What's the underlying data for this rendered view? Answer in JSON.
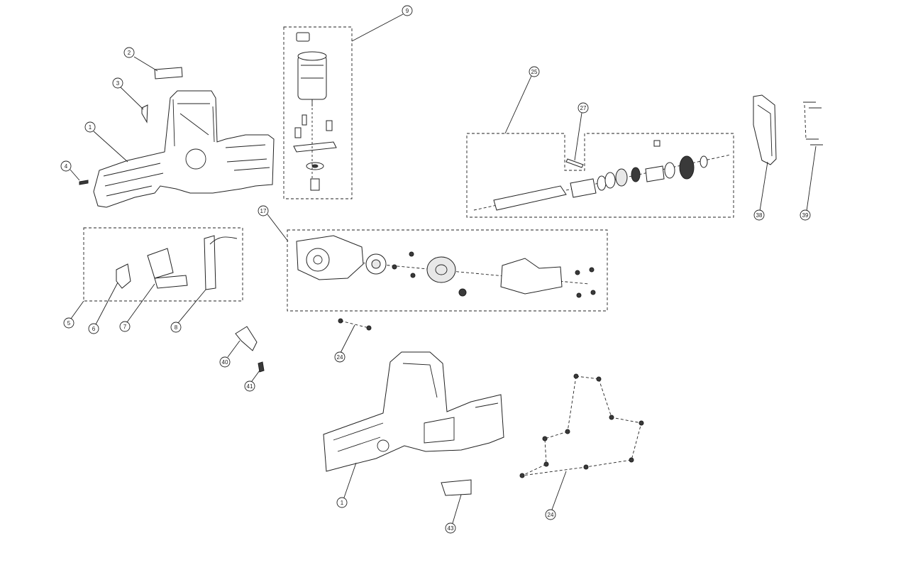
{
  "diagram": {
    "callouts": [
      {
        "id": "c2",
        "label": "2"
      },
      {
        "id": "c3",
        "label": "3"
      },
      {
        "id": "c1a",
        "label": "1"
      },
      {
        "id": "c4",
        "label": "4"
      },
      {
        "id": "c9",
        "label": "9"
      },
      {
        "id": "c25",
        "label": "25"
      },
      {
        "id": "c27",
        "label": "27"
      },
      {
        "id": "c38",
        "label": "38"
      },
      {
        "id": "c39",
        "label": "39"
      },
      {
        "id": "c17",
        "label": "17"
      },
      {
        "id": "c5",
        "label": "5"
      },
      {
        "id": "c6",
        "label": "6"
      },
      {
        "id": "c7",
        "label": "7"
      },
      {
        "id": "c8",
        "label": "8"
      },
      {
        "id": "c40",
        "label": "40"
      },
      {
        "id": "c41",
        "label": "41"
      },
      {
        "id": "c24a",
        "label": "24"
      },
      {
        "id": "c1b",
        "label": "1"
      },
      {
        "id": "c43",
        "label": "43"
      },
      {
        "id": "c24b",
        "label": "24"
      }
    ]
  }
}
